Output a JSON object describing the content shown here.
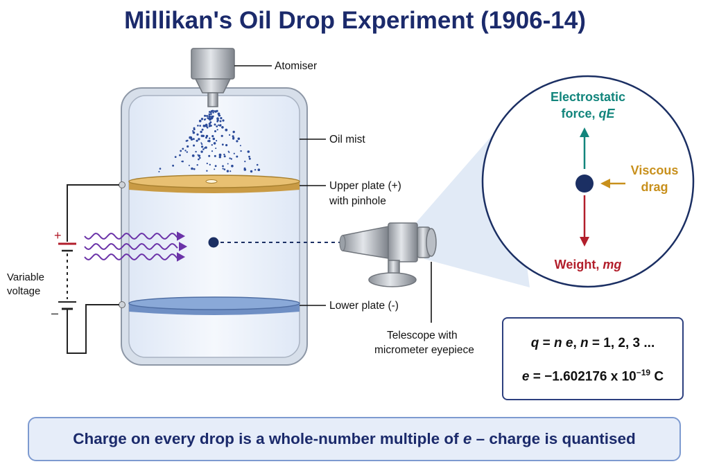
{
  "title": "Millikan's Oil Drop Experiment (1906-14)",
  "labels": {
    "atomiser": "Atomiser",
    "oil_mist": "Oil mist",
    "upper_plate_line1": "Upper plate (+)",
    "upper_plate_line2": "with pinhole",
    "lower_plate": "Lower plate (-)",
    "telescope_line1": "Telescope with",
    "telescope_line2": "micrometer eyepiece",
    "voltage_line1": "Variable",
    "voltage_line2": "voltage",
    "plus_sign": "+",
    "minus_sign": "–"
  },
  "forces": {
    "electrostatic_line1": "Electrostatic",
    "electrostatic_line2_text": "force, ",
    "electrostatic_symbol": "qE",
    "viscous_line1": "Viscous",
    "viscous_line2": "drag",
    "weight_text": "Weight, ",
    "weight_symbol": "mg"
  },
  "formulas": {
    "q_var": "q",
    "eq1_mid": " = ",
    "n_var": "n",
    "e_var": "e",
    "eq1_sep": ", ",
    "n_var2": "n",
    "eq1_end": " = 1, 2, 3 ...",
    "e_var2": "e",
    "eq2_value": " = −1.602176 x 10",
    "eq2_exp": "−19",
    "eq2_unit": " C"
  },
  "banner": {
    "text_before": "Charge on every drop is a whole-number multiple of ",
    "e_var": "e",
    "text_after": " – charge is quantised"
  },
  "colors": {
    "title": "#1b2a6b",
    "upper_plate": "#e8c072",
    "lower_plate": "#8aa9d8",
    "electrostatic": "#12857c",
    "viscous": "#c8901c",
    "weight": "#b21e2b",
    "radiation": "#6b33a8",
    "drop": "#1b2f63"
  }
}
